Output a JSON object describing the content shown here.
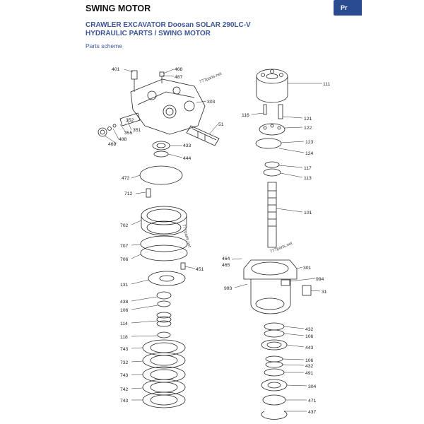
{
  "header": {
    "title": "SWING MOTOR",
    "print_label": "Pr"
  },
  "heading": {
    "line1": "CRAWLER EXCAVATOR Doosan SOLAR 290LC-V",
    "line2": "HYDRAULIC PARTS / SWING MOTOR"
  },
  "section_label": "Parts scheme",
  "watermark": "777parts.net",
  "callouts": [
    "401",
    "468",
    "487",
    "303",
    "352",
    "351",
    "355",
    "488",
    "469",
    "51",
    "433",
    "444",
    "472",
    "712",
    "702",
    "707",
    "706",
    "451",
    "131",
    "438",
    "106",
    "114",
    "118",
    "743",
    "732",
    "743",
    "742",
    "743",
    "111",
    "116",
    "121",
    "122",
    "123",
    "124",
    "117",
    "113",
    "101",
    "464",
    "465",
    "301",
    "994",
    "993",
    "31",
    "432",
    "106",
    "443",
    "106",
    "432",
    "491",
    "304",
    "471",
    "437"
  ]
}
